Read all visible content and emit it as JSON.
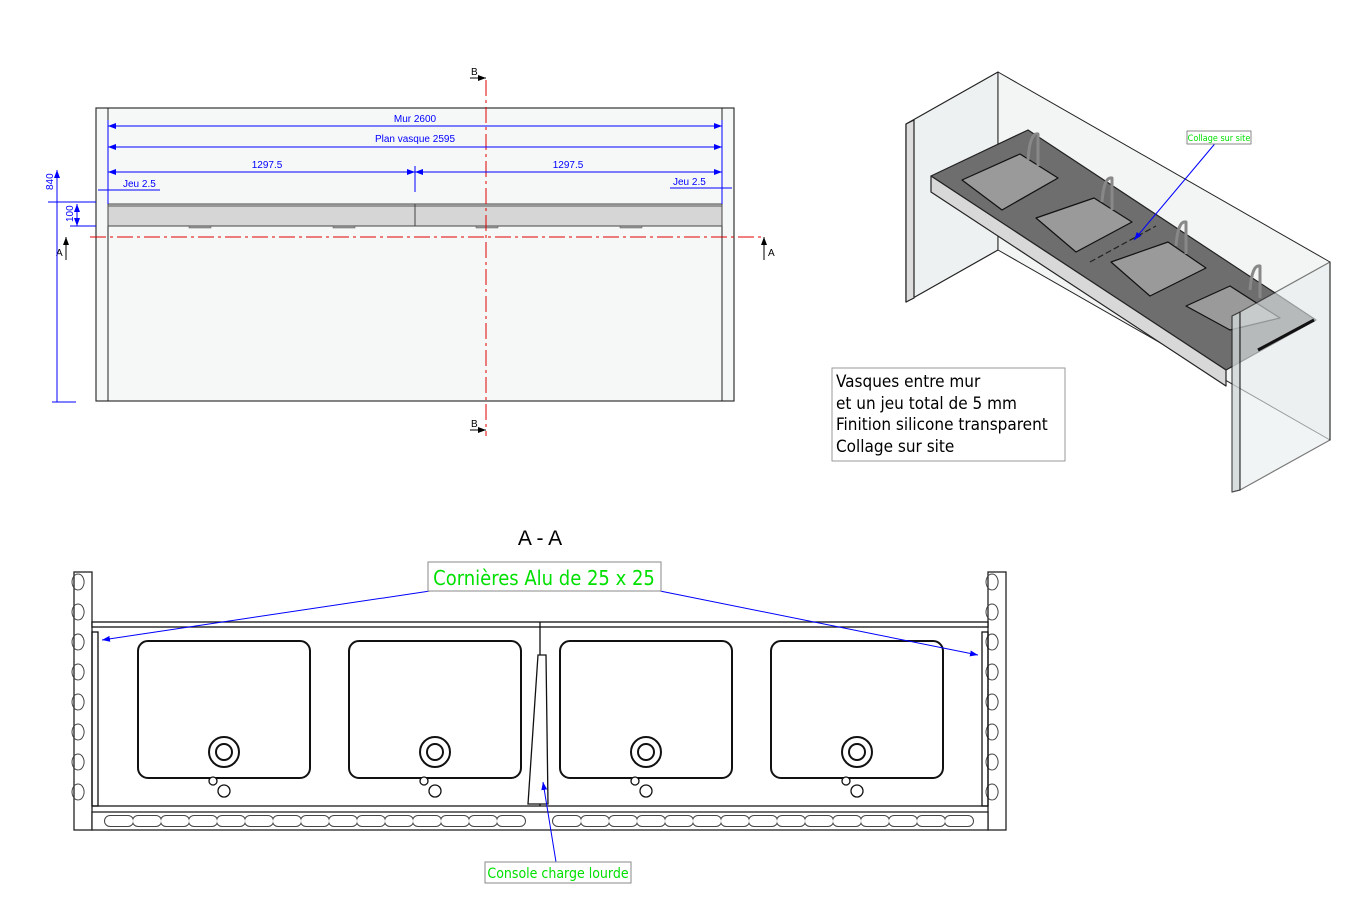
{
  "front_view": {
    "section_marks": {
      "b_top": "B",
      "b_bottom": "B",
      "a_left": "A",
      "a_right": "A"
    },
    "dimensions": {
      "wall": "Mur 2600",
      "counter": "Plan vasque 2595",
      "half_left": "1297.5",
      "half_right": "1297.5",
      "gap_left": "Jeu 2.5",
      "gap_right": "Jeu 2.5",
      "height": "840",
      "thickness": "100"
    }
  },
  "iso_view": {
    "callout": "Collage sur site"
  },
  "notes": {
    "lines": [
      "Vasques entre  mur",
      "et un jeu total de 5 mm",
      "Finition silicone transparent",
      "Collage sur site"
    ]
  },
  "section_view": {
    "title": "A - A",
    "callout_angles": "Cornières Alu de 25 x 25",
    "callout_console": "Console charge lourde"
  },
  "colors": {
    "dimension": "#0000ff",
    "axis": "#e00000",
    "callout_text": "#00e000"
  }
}
